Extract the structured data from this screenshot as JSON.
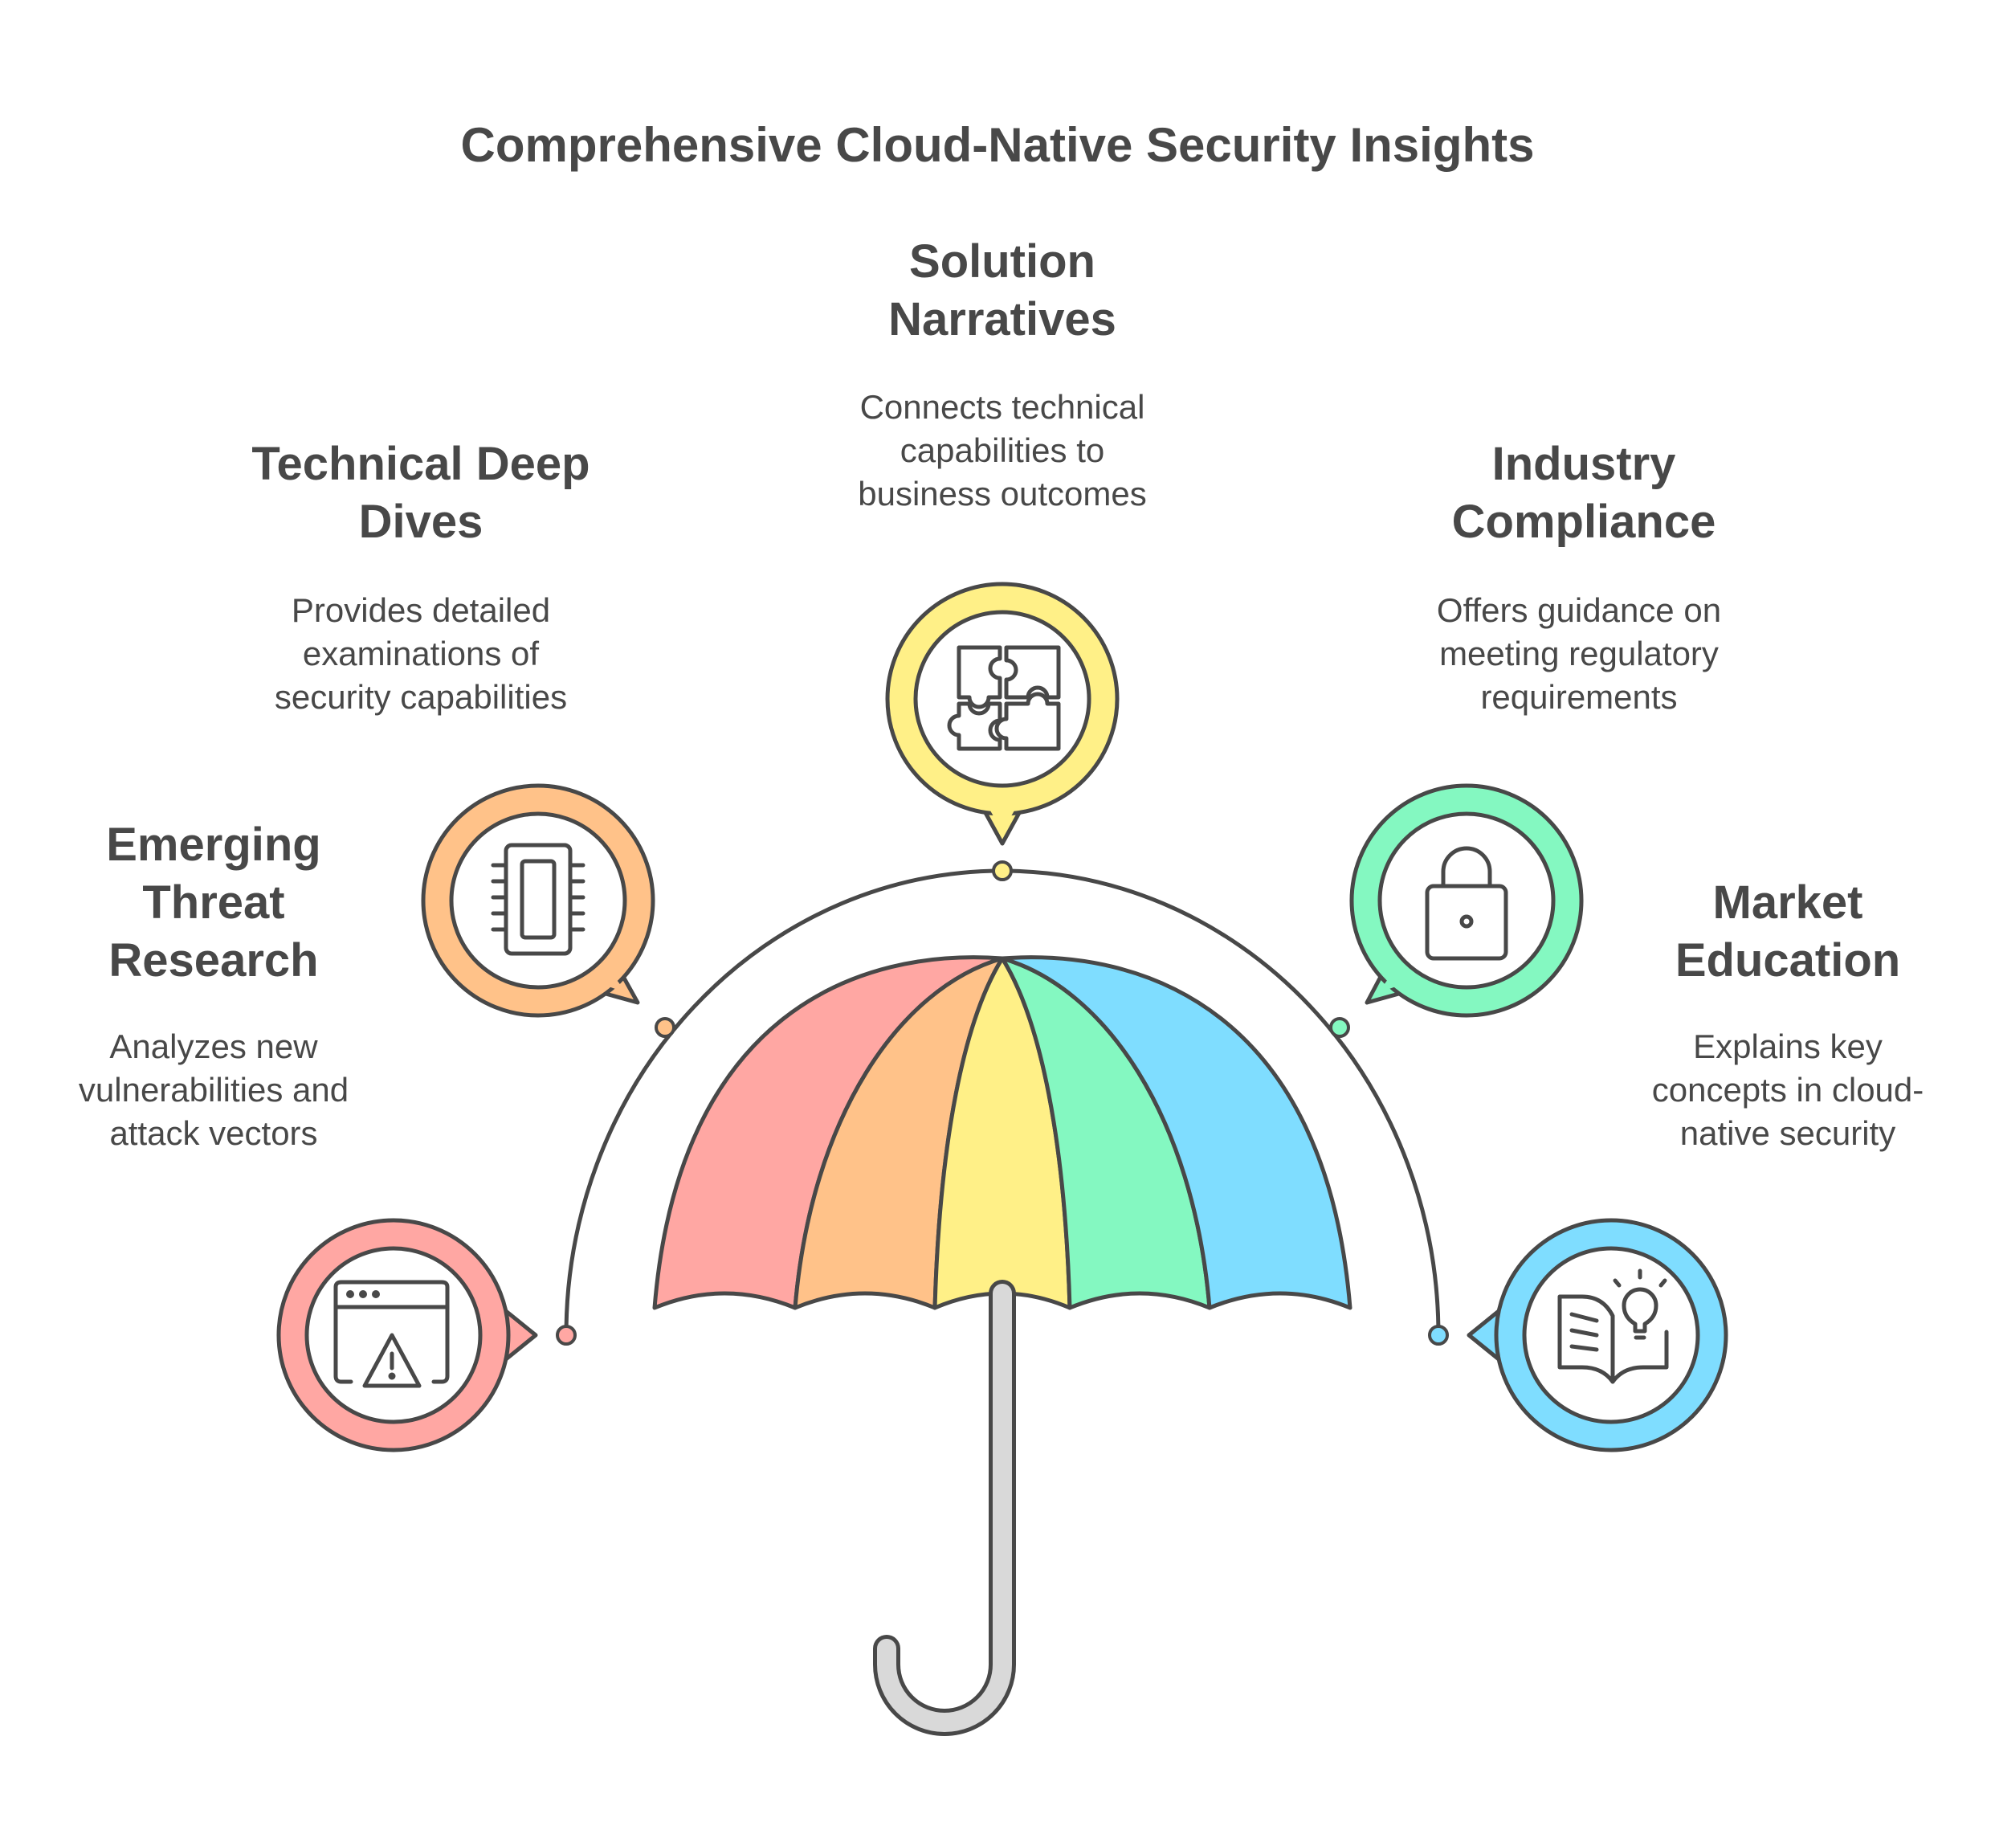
{
  "title": "Comprehensive Cloud-Native Security Insights",
  "colors": {
    "outline": "#484848",
    "red": "#FFA7A3",
    "orange": "#FFC289",
    "yellow": "#FFF087",
    "green": "#84F8C1",
    "blue": "#7FDDFF",
    "handle": "#D9D9D9"
  },
  "items": [
    {
      "heading_lines": [
        "Emerging",
        "Threat",
        "Research"
      ],
      "description_lines": [
        "Analyzes new",
        "vulnerabilities and",
        "attack vectors"
      ],
      "icon": "browser-warning-icon",
      "color": "#FFA7A3"
    },
    {
      "heading_lines": [
        "Technical Deep",
        "Dives"
      ],
      "description_lines": [
        "Provides detailed",
        "examinations of",
        "security capabilities"
      ],
      "icon": "microchip-icon",
      "color": "#FFC289"
    },
    {
      "heading_lines": [
        "Solution",
        "Narratives"
      ],
      "description_lines": [
        "Connects technical",
        "capabilities to",
        "business outcomes"
      ],
      "icon": "puzzle-icon",
      "color": "#FFF087"
    },
    {
      "heading_lines": [
        "Industry",
        "Compliance"
      ],
      "description_lines": [
        "Offers guidance on",
        "meeting regulatory",
        "requirements"
      ],
      "icon": "padlock-icon",
      "color": "#84F8C1"
    },
    {
      "heading_lines": [
        "Market",
        "Education"
      ],
      "description_lines": [
        "Explains key",
        "concepts in cloud-",
        "native security"
      ],
      "icon": "book-lightbulb-icon",
      "color": "#7FDDFF"
    }
  ]
}
